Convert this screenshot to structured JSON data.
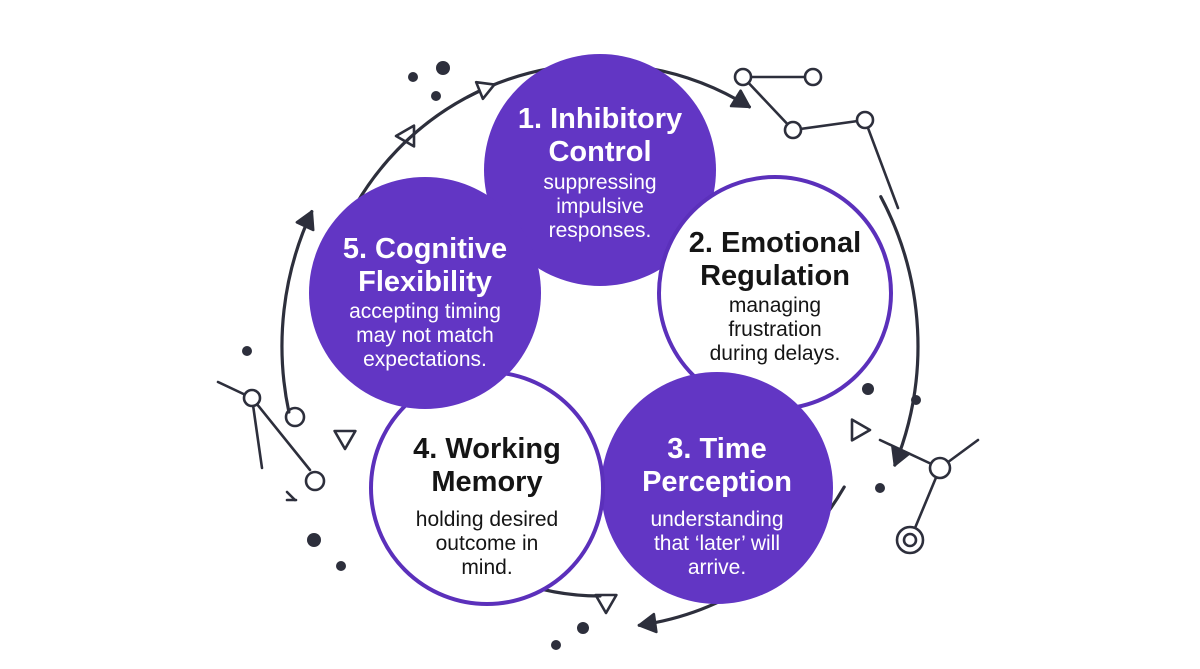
{
  "colors": {
    "purple": "#6236c4",
    "purple_border": "#5b30bb",
    "dark": "#2d2f3c",
    "white": "#ffffff",
    "text_dark": "#151515"
  },
  "nodes": [
    {
      "id": "inhibitory-control",
      "filled": true,
      "title_lines": [
        "1. Inhibitory",
        "Control"
      ],
      "desc_lines": [
        "suppressing",
        "impulsive",
        "responses."
      ]
    },
    {
      "id": "emotional-regulation",
      "filled": false,
      "title_lines": [
        "2. Emotional",
        "Regulation"
      ],
      "desc_lines": [
        "managing",
        "frustration",
        "during delays."
      ]
    },
    {
      "id": "time-perception",
      "filled": true,
      "title_lines": [
        "3. Time",
        "Perception"
      ],
      "desc_lines": [
        "understanding",
        "that ‘later’ will",
        "arrive."
      ]
    },
    {
      "id": "working-memory",
      "filled": false,
      "title_lines": [
        "4. Working",
        "Memory"
      ],
      "desc_lines": [
        "holding desired",
        "outcome in",
        "mind."
      ]
    },
    {
      "id": "cognitive-flexibility",
      "filled": true,
      "title_lines": [
        "5. Cognitive",
        "Flexibility"
      ],
      "desc_lines": [
        "accepting timing",
        "may not match",
        "expectations."
      ]
    }
  ]
}
